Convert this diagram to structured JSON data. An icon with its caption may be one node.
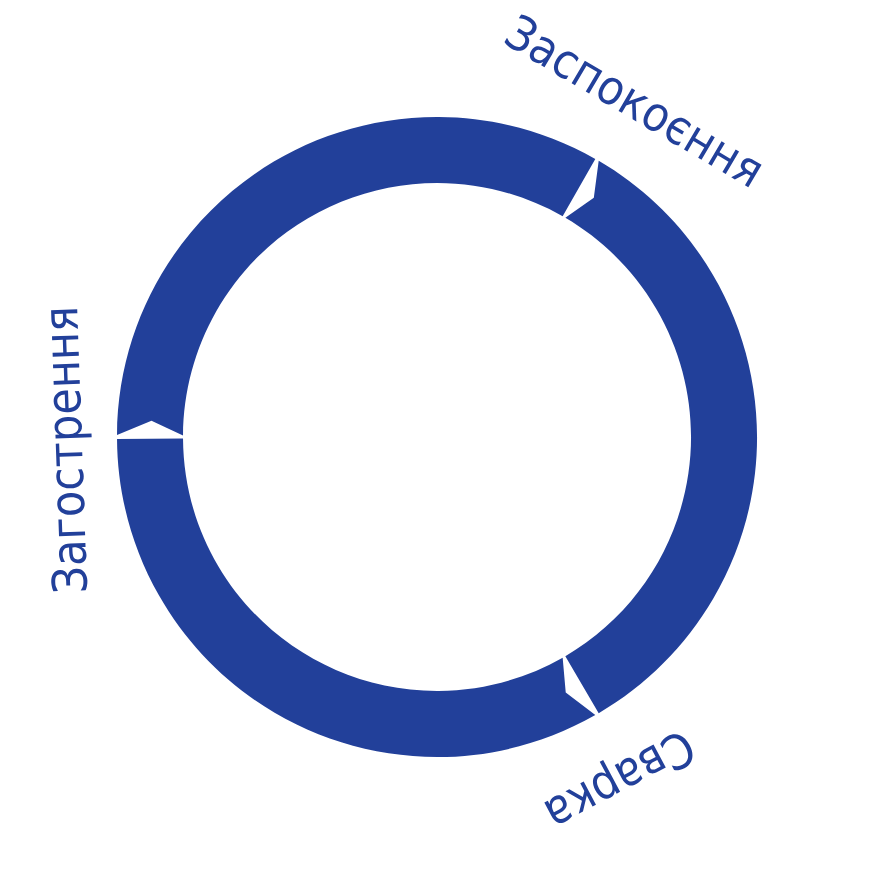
{
  "diagram": {
    "labels": [
      "Заспокоєння",
      "Загострення",
      "Сварка"
    ]
  }
}
